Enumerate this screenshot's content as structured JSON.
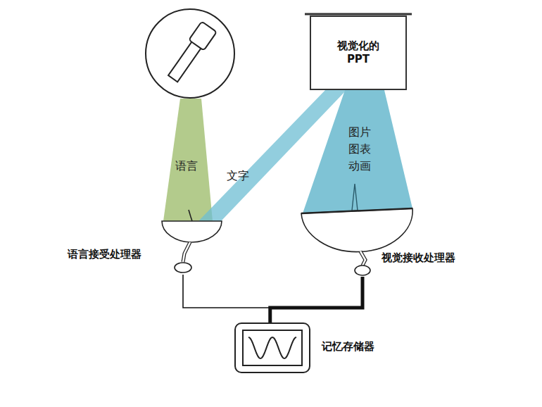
{
  "diagram": {
    "nodes": [
      {
        "text": [
          "视觉化的 PPT"
        ]
      },
      {
        "text": [
          "语言接受处理器"
        ]
      },
      {
        "text": [
          "视觉接收处理器"
        ]
      },
      {
        "text": [
          "记忆存储器"
        ]
      }
    ],
    "edges": [
      {
        "from": 1,
        "to": 3,
        "arrow": "none"
      },
      {
        "from": 2,
        "to": 3,
        "arrow": "none"
      }
    ],
    "labels": [
      "语言",
      "文字",
      "图片",
      "图表",
      "动画"
    ]
  }
}
